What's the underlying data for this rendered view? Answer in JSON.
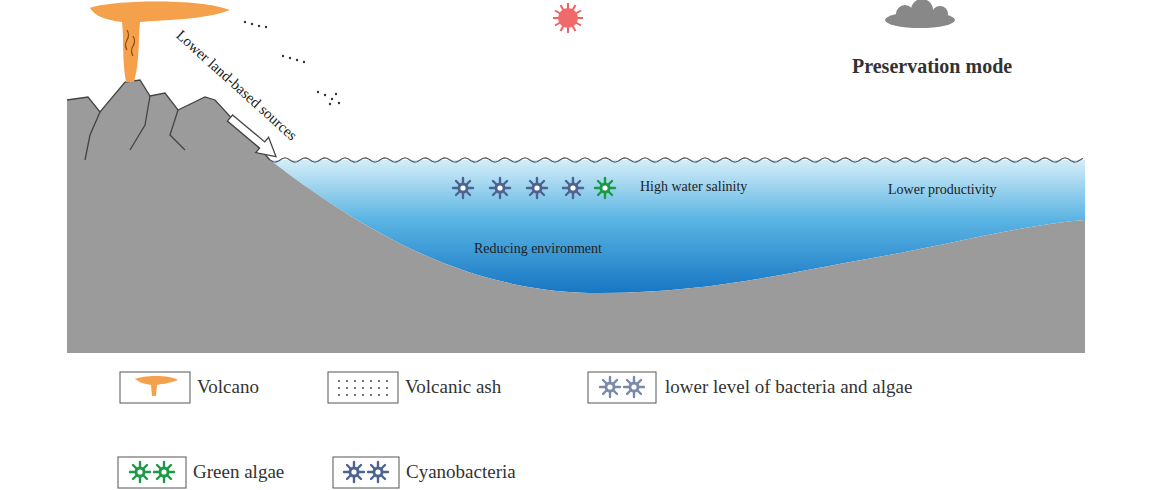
{
  "diagram": {
    "title": "Preservation mode",
    "labels": [
      "Lower land-based sources",
      "High water salinity",
      "Lower productivity",
      "Reducing environment"
    ],
    "legend": [
      {
        "text": "Volcano"
      },
      {
        "text": "Volcanic ash"
      },
      {
        "text": "lower level of bacteria and algae"
      },
      {
        "text": "Green algae"
      },
      {
        "text": "Cyanobacteria"
      }
    ]
  }
}
